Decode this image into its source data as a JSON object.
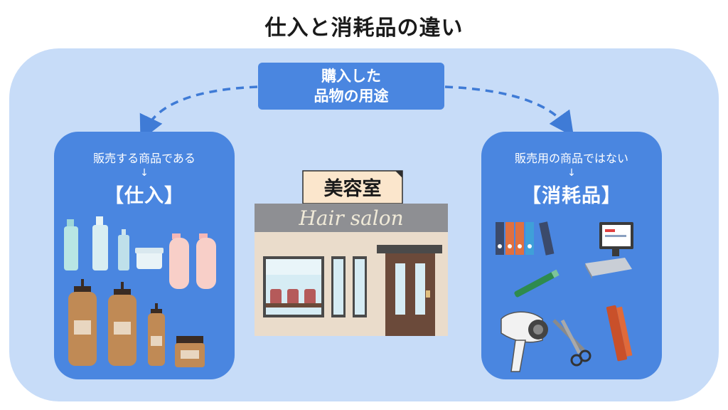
{
  "title": "仕入と消耗品の違い",
  "center": {
    "line1": "購入した",
    "line2": "品物の用途"
  },
  "left": {
    "subtitle": "販売する商品である",
    "arrow": "↓",
    "name": "【仕入】"
  },
  "right": {
    "subtitle": "販売用の商品ではない",
    "arrow": "↓",
    "name": "【消耗品】"
  },
  "shop": {
    "sign": "美容室",
    "awning_text": "Hair salon"
  },
  "colors": {
    "panel": "#c7dcf8",
    "box": "#4a86e0",
    "arrow": "#3f7bd6"
  }
}
